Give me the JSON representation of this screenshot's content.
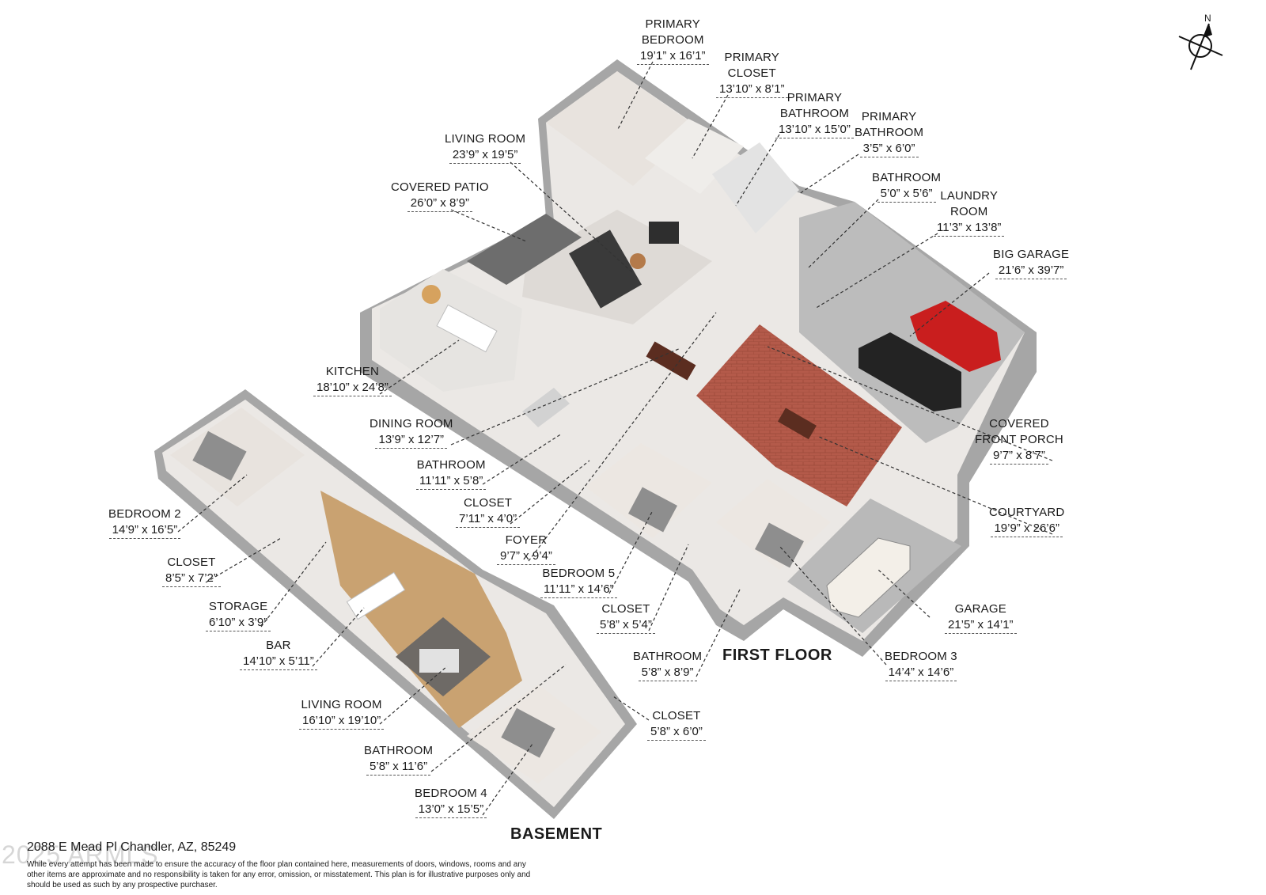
{
  "floors": {
    "first": "FIRST FLOOR",
    "basement": "BASEMENT"
  },
  "compass": {
    "north": "N"
  },
  "rooms": [
    {
      "name": "PRIMARY\nBEDROOM",
      "dim": "19’1” x 16’1”"
    },
    {
      "name": "PRIMARY\nCLOSET",
      "dim": "13’10” x 8’1”"
    },
    {
      "name": "PRIMARY\nBATHROOM",
      "dim": "13’10” x 15’0”"
    },
    {
      "name": "PRIMARY\nBATHROOM",
      "dim": "3’5” x 6’0”"
    },
    {
      "name": "LIVING ROOM",
      "dim": "23’9” x 19’5”"
    },
    {
      "name": "BATHROOM",
      "dim": "5’0” x 5’6”"
    },
    {
      "name": "COVERED PATIO",
      "dim": "26’0” x 8’9”"
    },
    {
      "name": "LAUNDRY\nROOM",
      "dim": "11’3” x 13’8”"
    },
    {
      "name": "BIG GARAGE",
      "dim": "21’6” x 39’7”"
    },
    {
      "name": "KITCHEN",
      "dim": "18’10” x 24’8”"
    },
    {
      "name": "DINING ROOM",
      "dim": "13’9” x 12’7”"
    },
    {
      "name": "COVERED\nFRONT PORCH",
      "dim": "9’7” x 8’7”"
    },
    {
      "name": "BATHROOM",
      "dim": "11’11” x 5’8”"
    },
    {
      "name": "CLOSET",
      "dim": "7’11” x 4’0”"
    },
    {
      "name": "COURTYARD",
      "dim": "19’9” x 26’6”"
    },
    {
      "name": "BEDROOM 2",
      "dim": "14’9” x 16’5”"
    },
    {
      "name": "FOYER",
      "dim": "9’7” x 9’4”"
    },
    {
      "name": "CLOSET",
      "dim": "8’5” x 7’2”"
    },
    {
      "name": "BEDROOM 5",
      "dim": "11’11” x 14’6”"
    },
    {
      "name": "STORAGE",
      "dim": "6’10” x 3’9”"
    },
    {
      "name": "CLOSET",
      "dim": "5’8” x 5’4”"
    },
    {
      "name": "GARAGE",
      "dim": "21’5” x 14’1”"
    },
    {
      "name": "BAR",
      "dim": "14’10” x 5’11”"
    },
    {
      "name": "BATHROOM",
      "dim": "5’8” x 8’9”"
    },
    {
      "name": "BEDROOM 3",
      "dim": "14’4” x 14’6”"
    },
    {
      "name": "LIVING ROOM",
      "dim": "16’10” x 19’10”"
    },
    {
      "name": "CLOSET",
      "dim": "5’8” x 6’0”"
    },
    {
      "name": "BATHROOM",
      "dim": "5’8” x 11’6”"
    },
    {
      "name": "BEDROOM 4",
      "dim": "13’0” x 15’5”"
    }
  ],
  "footer": {
    "address": "2088 E Mead Pl Chandler, AZ, 85249",
    "disclaimer": "While every attempt has been made to ensure the accuracy of the floor plan contained here, measurements of doors, windows, rooms and any other items are approximate and no responsibility is taken for any error, omission, or misstatement. This plan is for illustrative purposes only and should be used as such by any prospective purchaser.",
    "watermark": "2025 ARMLS"
  },
  "colors": {
    "wall": "#9a9a9a",
    "floor_light": "#e9e6e3",
    "floor_wood": "#c9a271",
    "brick": "#b45a4a",
    "garage_floor": "#b9b9b9"
  }
}
